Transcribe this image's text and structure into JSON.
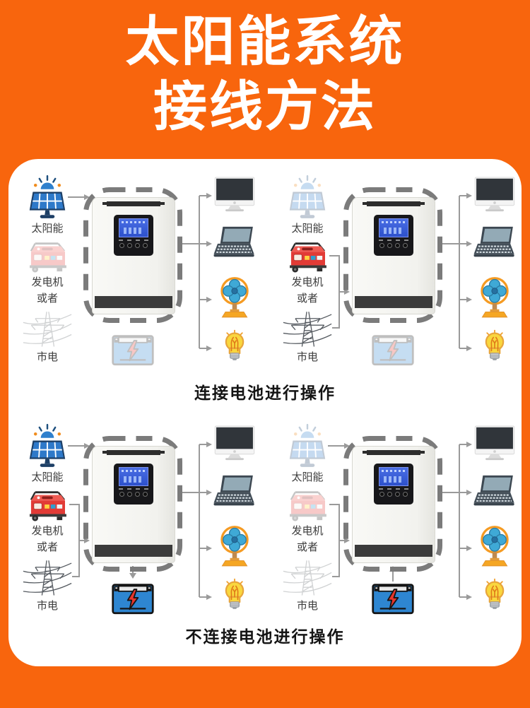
{
  "title": {
    "line1": "太阳能系统",
    "line2": "接线方法"
  },
  "panel": {
    "caption_top": "连接电池进行操作",
    "caption_bottom": "不连接电池进行操作"
  },
  "labels": {
    "solar": "太阳能",
    "generator": "发电机",
    "or": "或者",
    "grid": "市电"
  },
  "icons": {
    "sources": [
      "solar-panel-icon",
      "generator-icon",
      "power-grid-icon"
    ],
    "loads": [
      "monitor-icon",
      "laptop-icon",
      "fan-icon",
      "bulb-icon"
    ],
    "storage": "battery-icon",
    "device": "inverter-unit"
  },
  "colors": {
    "background": "#F8650D",
    "panel": "#FFFFFF",
    "title_text": "#FFFFFF",
    "caption_text": "#141414",
    "label_text": "#3D3D3D",
    "connector": "#999999",
    "dashed_border": "#7B7B7B",
    "solar_blue": "#2E79C9",
    "generator_red": "#E23B36",
    "battery_blue": "#2E86D1",
    "bolt_red": "#E8352C",
    "fan_blue": "#3FA9D6",
    "fan_orange": "#F5A623",
    "bulb_yellow": "#F9D73E",
    "lcd_blue": "#3F66E0"
  },
  "diagrams": [
    {
      "position": "top-left",
      "solar_active": true,
      "generator_active": false,
      "grid_active": false,
      "battery_active": false,
      "solar_arrow": true,
      "source_bracket": false,
      "battery_link": "none"
    },
    {
      "position": "top-right",
      "solar_active": false,
      "generator_active": true,
      "grid_active": true,
      "battery_active": false,
      "solar_arrow": false,
      "source_bracket": true,
      "battery_link": "none"
    },
    {
      "position": "bottom-left",
      "solar_active": true,
      "generator_active": true,
      "grid_active": true,
      "battery_active": true,
      "solar_arrow": true,
      "source_bracket": true,
      "battery_link": "down"
    },
    {
      "position": "bottom-right",
      "solar_active": false,
      "generator_active": false,
      "grid_active": false,
      "battery_active": true,
      "solar_arrow": true,
      "source_bracket": true,
      "battery_link": "up"
    }
  ]
}
